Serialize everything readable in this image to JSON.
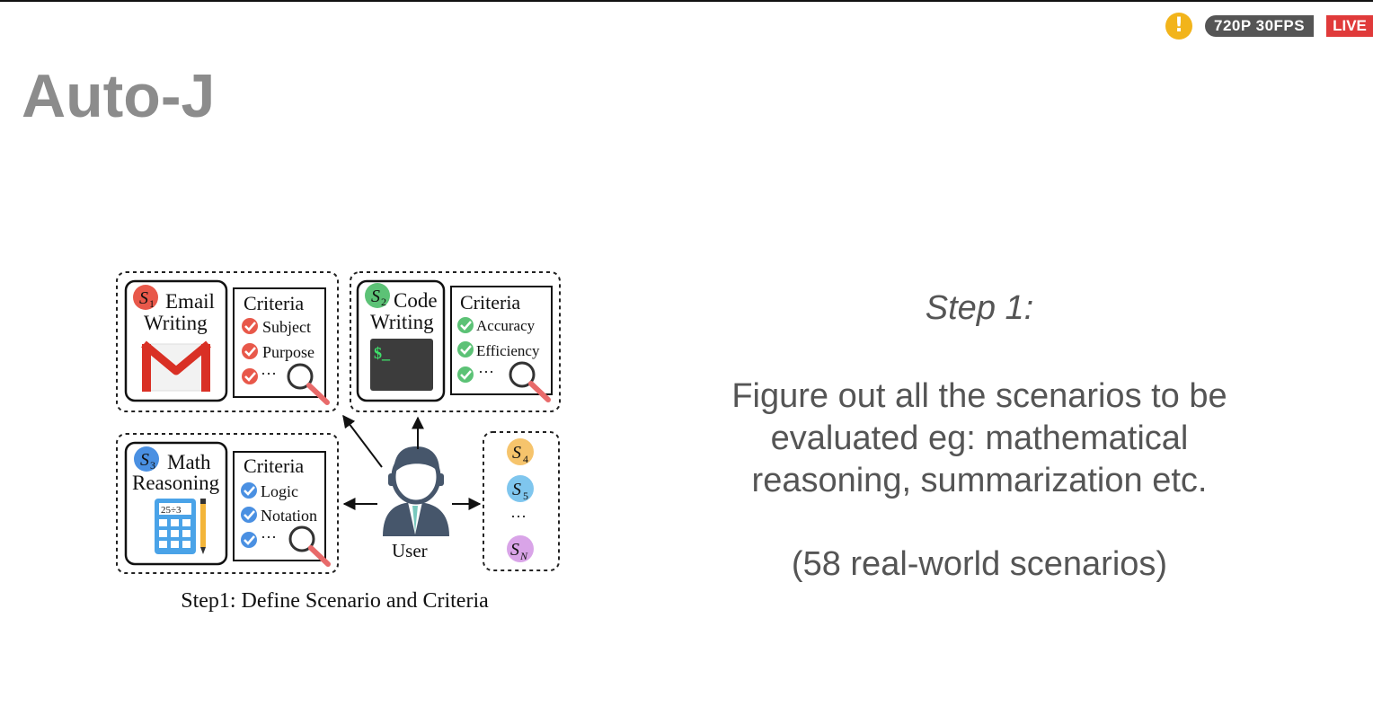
{
  "status": {
    "warning_glyph": "!",
    "resolution": "720P 30FPS",
    "live": "LIVE"
  },
  "slide": {
    "title": "Auto-J",
    "step": "Step 1:",
    "description": "Figure out all the scenarios to be evaluated eg: mathematical reasoning, summarization etc.",
    "note": "(58 real-world scenarios)"
  },
  "diagram": {
    "caption": "Step1: Define Scenario and Criteria",
    "criteria_heading": "Criteria",
    "ellipsis": "···",
    "user_label": "User",
    "colors": {
      "email": "#e8584a",
      "code": "#5cc276",
      "math": "#4a90e2",
      "s4": "#f6c46c",
      "s5": "#7fc6ee",
      "sn": "#d9a4e8"
    },
    "scenarios": [
      {
        "symbol": "S",
        "sub": "1",
        "name_line1": "Email",
        "name_line2": "Writing",
        "criteria": [
          "Subject",
          "Purpose"
        ]
      },
      {
        "symbol": "S",
        "sub": "2",
        "name_line1": "Code",
        "name_line2": "Writing",
        "terminal": "$_",
        "criteria": [
          "Accuracy",
          "Efficiency"
        ]
      },
      {
        "symbol": "S",
        "sub": "3",
        "name_line1": "Math",
        "name_line2": "Reasoning",
        "calc_display": "25÷3",
        "criteria": [
          "Logic",
          "Notation"
        ]
      }
    ],
    "more_scenarios": [
      {
        "symbol": "S",
        "sub": "4"
      },
      {
        "symbol": "S",
        "sub": "5"
      },
      {
        "symbol": "···",
        "sub": ""
      },
      {
        "symbol": "S",
        "sub": "N"
      }
    ]
  }
}
